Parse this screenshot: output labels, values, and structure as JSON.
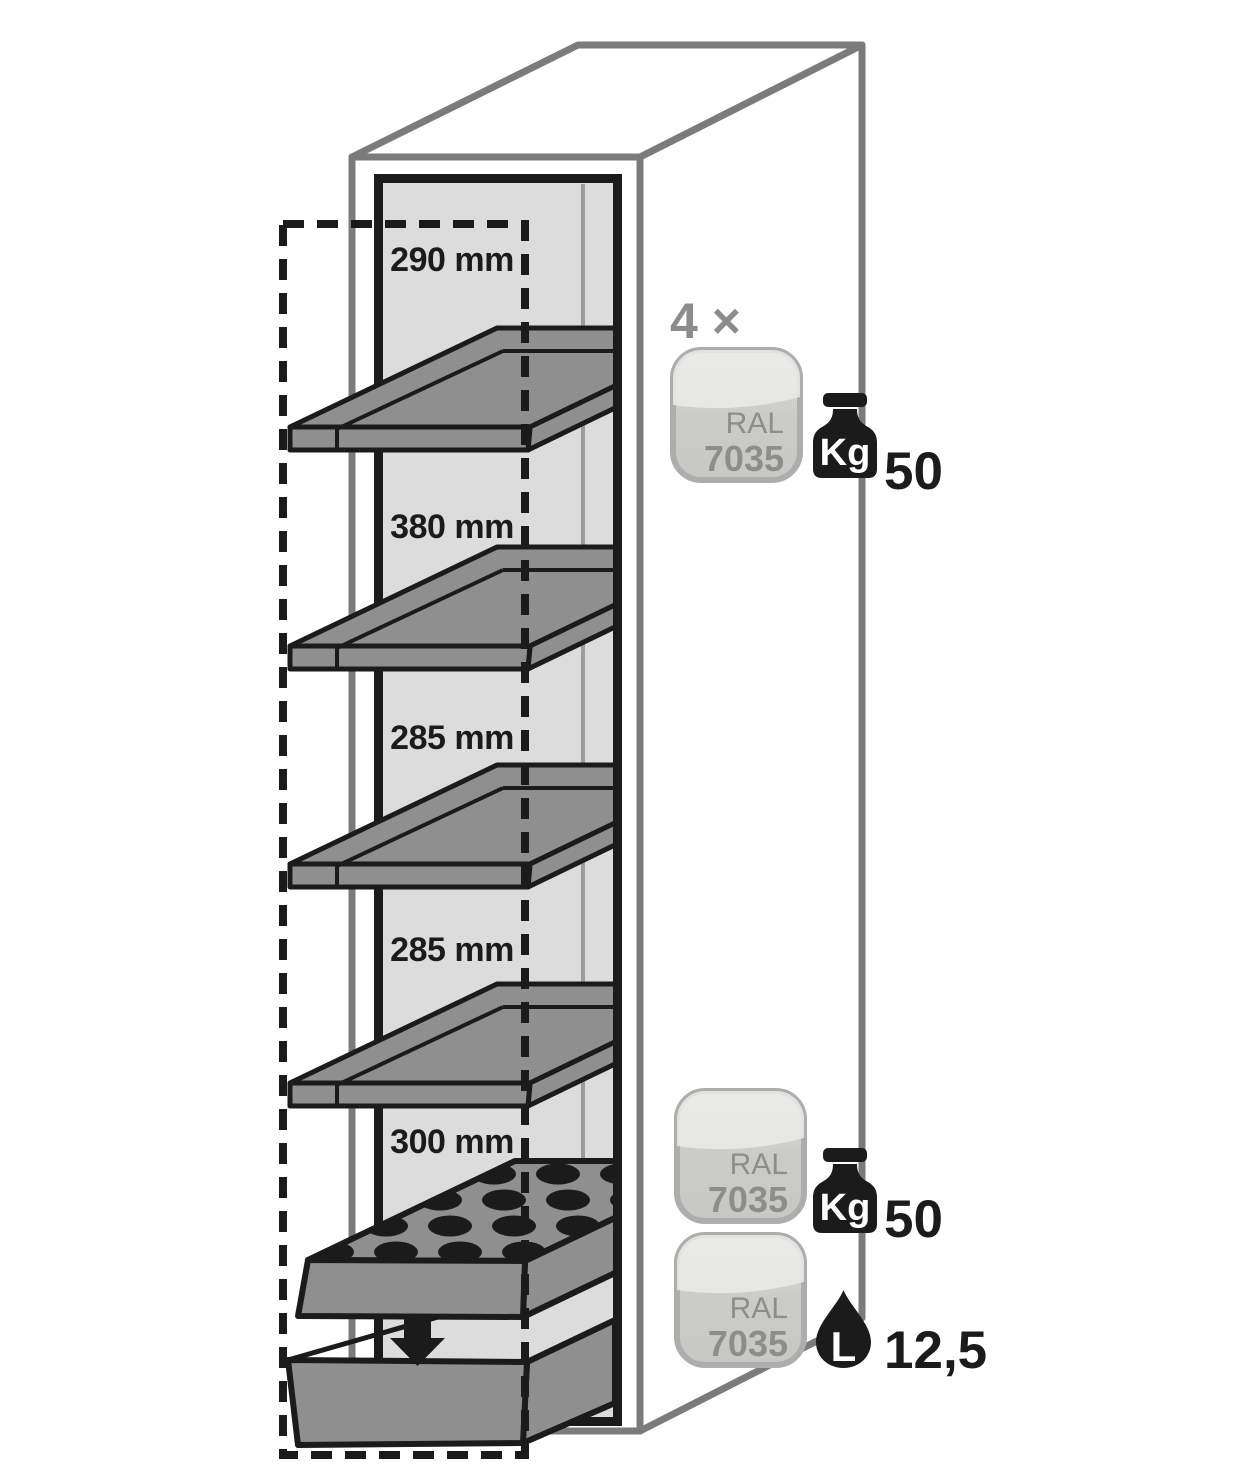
{
  "cabinet": {
    "compartment_labels": [
      "290 mm",
      "380 mm",
      "285 mm",
      "285 mm",
      "300 mm"
    ]
  },
  "annotations": {
    "shelves": {
      "count_label": "4 ×",
      "swatch": {
        "line1": "RAL",
        "line2": "7035"
      },
      "capacity": {
        "unit": "Kg",
        "value": "50"
      }
    },
    "pullout": {
      "swatch": {
        "line1": "RAL",
        "line2": "7035"
      },
      "capacity": {
        "unit": "Kg",
        "value": "50"
      }
    },
    "sump": {
      "swatch": {
        "line1": "RAL",
        "line2": "7035"
      },
      "volume": {
        "unit": "L",
        "value": "12,5"
      }
    }
  },
  "icons": {
    "weight": "weight-kg-icon",
    "volume": "liquid-drop-icon",
    "arrow": "down-arrow-icon"
  },
  "colors": {
    "background": "#ffffff",
    "outline_gray": "#7b7b7b",
    "interior_gray": "#dcdcdd",
    "part_gray": "#8f8f8f",
    "line_black": "#1b1b1b",
    "annotation_gray": "#8c8c8c",
    "swatch_border": "#adadab",
    "swatch_text": "#8d8d8b"
  }
}
